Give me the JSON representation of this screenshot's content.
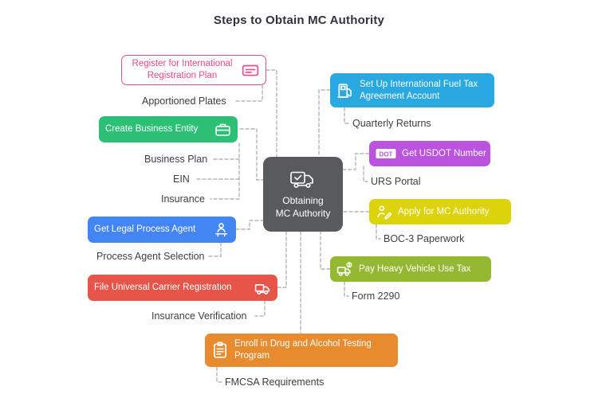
{
  "title": "Steps to Obtain MC Authority",
  "connector_color": "#b5b5b5",
  "center": {
    "lines": [
      "Obtaining",
      "MC Authority"
    ],
    "color": "#595a5e",
    "icon": "truck-check-icon"
  },
  "left_branches": [
    {
      "label": "Register for International Registration Plan",
      "color": "#e94b87",
      "variant": "outline",
      "icon": "license-plate-icon",
      "children": [
        "Apportioned Plates"
      ]
    },
    {
      "label": "Create Business Entity",
      "color": "#2cc077",
      "icon": "briefcase-icon",
      "children": [
        "Business Plan",
        "EIN",
        "Insurance"
      ]
    },
    {
      "label": "Get Legal Process Agent",
      "color": "#4385f2",
      "icon": "agent-desk-icon",
      "children": [
        "Process Agent Selection"
      ]
    },
    {
      "label": "File Universal Carrier Registration",
      "color": "#e6544a",
      "icon": "registration-truck-icon",
      "children": [
        "Insurance Verification"
      ]
    }
  ],
  "right_branches": [
    {
      "label": "Set Up International Fuel Tax Agreement Account",
      "color": "#29a9e0",
      "icon": "fuel-pump-icon",
      "children": [
        "Quarterly Returns"
      ]
    },
    {
      "label": "Get USDOT Number",
      "color": "#bc53de",
      "icon": "dot-badge-icon",
      "badge_text": "DOT",
      "children": [
        "URS Portal"
      ]
    },
    {
      "label": "Apply for MC Authority",
      "color": "#ddd30a",
      "icon": "person-pencil-icon",
      "children": [
        "BOC-3 Paperwork"
      ]
    },
    {
      "label": "Pay Heavy Vehicle Use Tax",
      "color": "#94b832",
      "icon": "truck-coin-icon",
      "children": [
        "Form 2290"
      ]
    }
  ],
  "bottom_branch": {
    "label": "Enroll in Drug and Alcohol Testing Program",
    "color": "#e88a2e",
    "icon": "clipboard-checklist-icon",
    "children": [
      "FMCSA Requirements"
    ]
  }
}
